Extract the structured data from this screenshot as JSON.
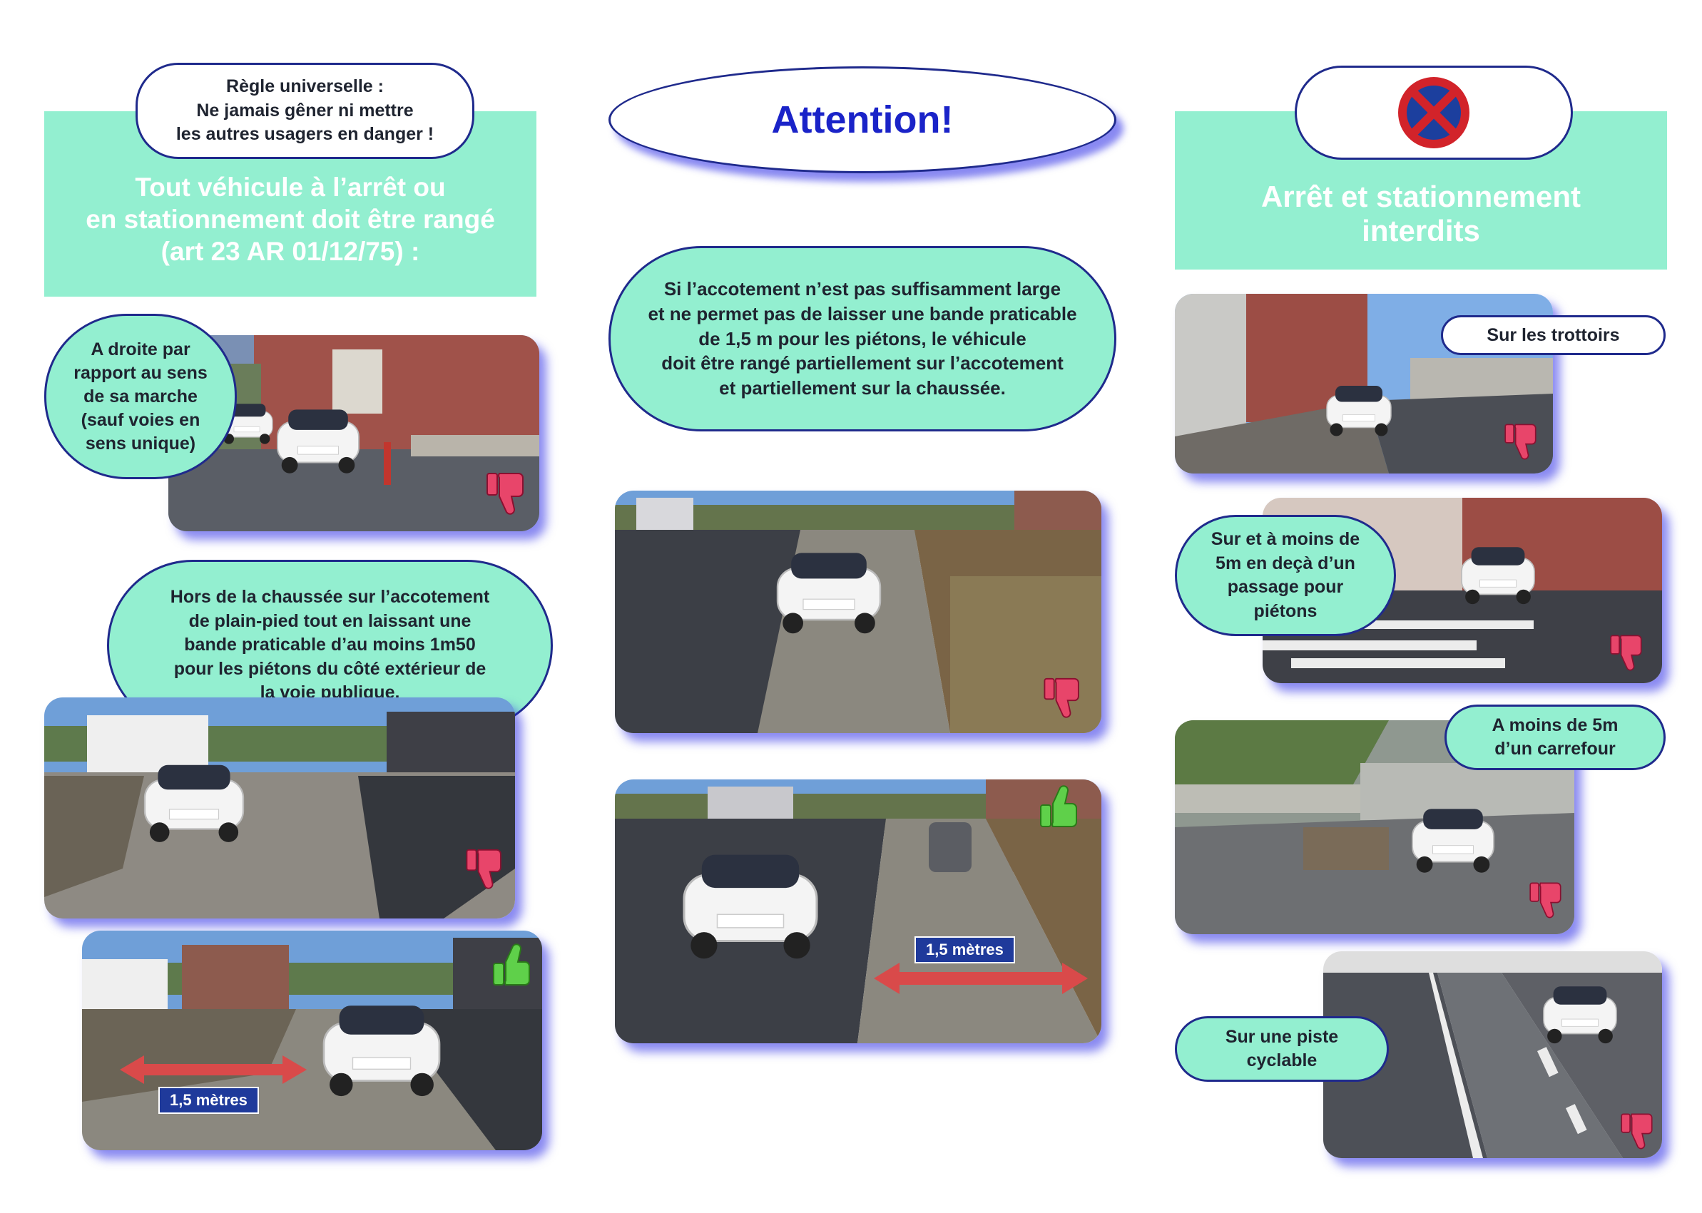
{
  "left": {
    "rule_box": [
      "Règle universelle :",
      "Ne jamais gêner ni mettre",
      "les autres usagers en danger !"
    ],
    "title": [
      "Tout véhicule à l’arrêt ou",
      "en stationnement doit être rangé",
      "(art 23 AR 01/12/75) :"
    ],
    "bubble_right_side": [
      "A droite par",
      "rapport au sens",
      "de sa marche",
      "(sauf voies en",
      "sens unique)"
    ],
    "bubble_shoulder": [
      "Hors de la chaussée sur l’accotement",
      "de plain-pied tout en laissant une",
      "bande praticable d’au moins 1m50",
      "pour les piétons du côté extérieur de",
      "la voie publique."
    ],
    "measure_label": "1,5 mètres"
  },
  "center": {
    "title": "Attention!",
    "bubble": [
      "Si l’accotement n’est pas suffisamment large",
      "et ne permet pas de laisser une bande praticable",
      "de 1,5 m pour les piétons, le véhicule",
      "doit être rangé partiellement sur l’accotement",
      "et partiellement sur la chaussée."
    ],
    "measure_label": "1,5 mètres"
  },
  "right": {
    "title": [
      "Arrêt et stationnement",
      "interdits"
    ],
    "labels": {
      "sidewalks": "Sur les trottoirs",
      "crossing": [
        "Sur et à moins de",
        "5m en deçà d’un",
        "passage pour",
        "piétons"
      ],
      "junction": [
        "A moins de 5m",
        "d’un carrefour"
      ],
      "cycle_lane": [
        "Sur une piste",
        "cyclable"
      ]
    }
  },
  "colors": {
    "mint": "#93efd0",
    "navy_border": "#1f2a8c",
    "title_blue": "#1a23c8",
    "thumb_down": "#e8456a",
    "thumb_up": "#5fd04a"
  },
  "icons": [
    "no-stopping-sign-icon",
    "thumbs-down-icon",
    "thumbs-up-icon",
    "double-arrow-icon"
  ]
}
